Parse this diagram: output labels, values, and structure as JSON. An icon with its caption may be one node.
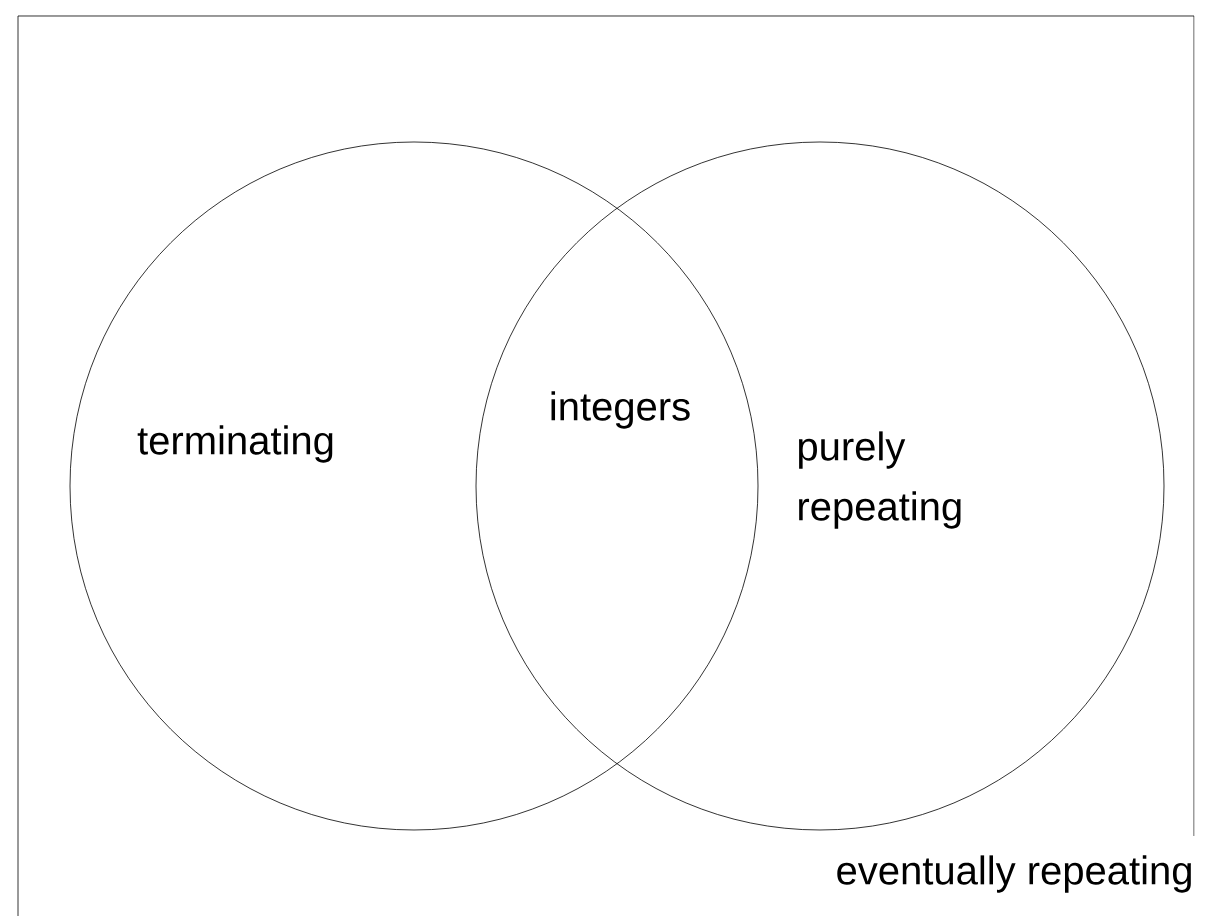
{
  "diagram": {
    "nodes": [
      {
        "text": [
          "eventually repeating"
        ]
      },
      {
        "text": [
          "terminating"
        ],
        "in": 0
      },
      {
        "text": [
          "purely repeating"
        ],
        "in": 0
      }
    ],
    "labels": [
      "integers"
    ]
  }
}
